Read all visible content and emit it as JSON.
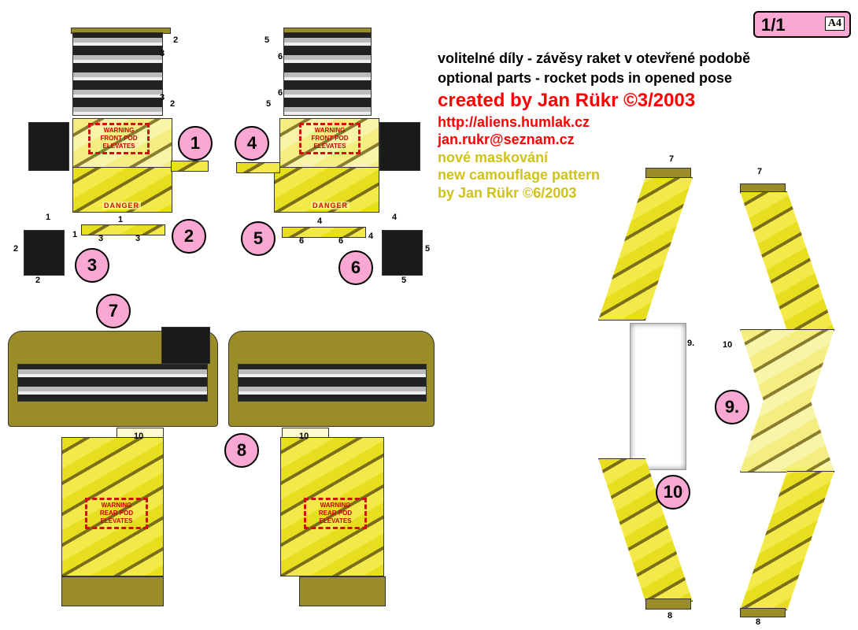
{
  "page_badge": {
    "label": "1/1",
    "paper": "A4"
  },
  "header": {
    "line_cz": "volitelné díly - závěsy raket v otevřené podobě",
    "line_en": "optional parts - rocket pods in opened pose",
    "credit": "created by Jan Rükr ©3/2003",
    "url": "http://aliens.humlak.cz",
    "email": "jan.rukr@seznam.cz",
    "camo_cz": "nové maskování",
    "camo_en": "new camouflage pattern",
    "camo_credit": "by Jan Rükr ©6/2003"
  },
  "callouts": [
    "1",
    "2",
    "3",
    "4",
    "5",
    "6",
    "7",
    "8",
    "9.",
    "10"
  ],
  "warnings": {
    "front": "WARNING\nFRONT POD\nELEVATES",
    "rear": "WARNING\nREAR POD\nELEVATES",
    "danger": "DANGER"
  },
  "part_labels": [
    "2",
    "3",
    "3",
    "2",
    "5",
    "6",
    "6",
    "5",
    "1",
    "1",
    "3",
    "3",
    "4",
    "4",
    "6",
    "6",
    "1",
    "2",
    "2",
    "4",
    "5",
    "5",
    "10",
    "10",
    "7",
    "7",
    "9.",
    "10",
    "8",
    "8"
  ]
}
